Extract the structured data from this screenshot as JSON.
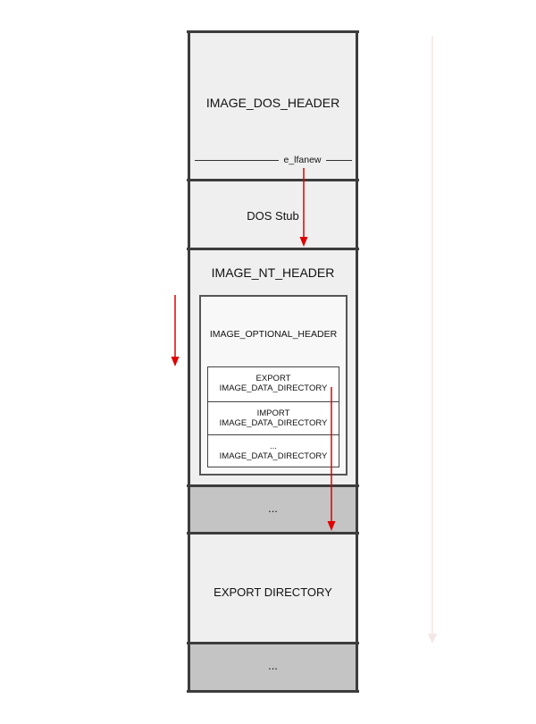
{
  "blocks": {
    "dos_header": "IMAGE_DOS_HEADER",
    "e_lfanew": "e_lfanew",
    "dos_stub": "DOS Stub",
    "nt_header": "IMAGE_NT_HEADER",
    "optional_header": "IMAGE_OPTIONAL_HEADER",
    "data_directories": [
      {
        "line1": "EXPORT",
        "line2": "IMAGE_DATA_DIRECTORY"
      },
      {
        "line1": "IMPORT",
        "line2": "IMAGE_DATA_DIRECTORY"
      },
      {
        "line1": "...",
        "line2": "IMAGE_DATA_DIRECTORY"
      }
    ],
    "gap1": "...",
    "export_directory": "EXPORT DIRECTORY",
    "gap2": "..."
  },
  "colors": {
    "border": "#3c3c3c",
    "section_fill": "#efefef",
    "gap_fill": "#c4c4c4",
    "arrow": "#e00000",
    "faint_arrow": "#f3e6e6"
  }
}
